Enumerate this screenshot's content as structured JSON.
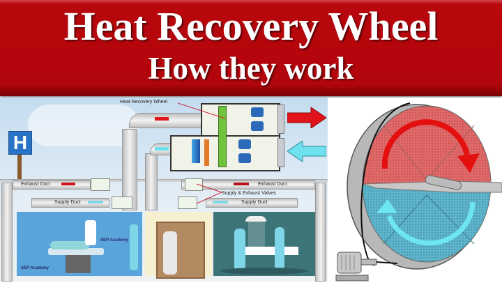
{
  "banner": {
    "title": "Heat Recovery Wheel",
    "subtitle": "How they work",
    "bg_color": "#b2060c",
    "text_color": "#ffffff"
  },
  "diagram": {
    "labels": {
      "heat_recovery_wheel": "Heat Recovery Wheel",
      "exhaust_duct_left": "Exhaust Duct",
      "exhaust_duct_right": "Exhaust Duct",
      "supply_duct_left": "Supply Duct",
      "supply_duct_right": "Supply Duct",
      "valves": "Supply & Exhaust Valves"
    },
    "hospital_sign": "H",
    "arrows": {
      "exhaust_color": "#e0141a",
      "supply_color": "#6fe0ee"
    },
    "rooms": [
      {
        "name": "patient-room",
        "color": "#5aa4dc"
      },
      {
        "name": "corridor",
        "color": "#f6efd0"
      },
      {
        "name": "operating-room",
        "color": "#3d7478"
      }
    ],
    "logo_text": "SEP Academy"
  },
  "wheel": {
    "hot_half_color": "#e06a6a",
    "cold_half_color": "#5fb6cc",
    "hot_arrow_color": "#e41010",
    "cold_arrow_color": "#6ee6f2"
  }
}
